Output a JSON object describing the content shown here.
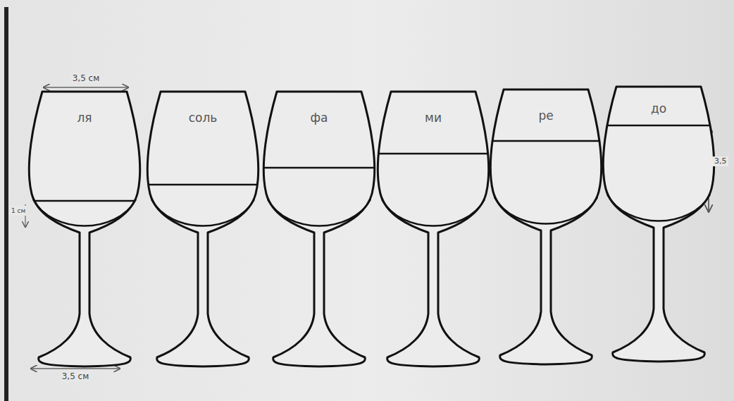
{
  "diagram": {
    "nodes": [
      {
        "text": [
          "ля"
        ]
      },
      {
        "text": [
          "соль"
        ]
      },
      {
        "text": [
          "фа"
        ]
      },
      {
        "text": [
          "ми"
        ]
      },
      {
        "text": [
          "ре"
        ]
      },
      {
        "text": [
          "до"
        ]
      }
    ],
    "labels": [
      "3,5 см",
      "1 см",
      "3,5 см",
      "3,5"
    ]
  }
}
